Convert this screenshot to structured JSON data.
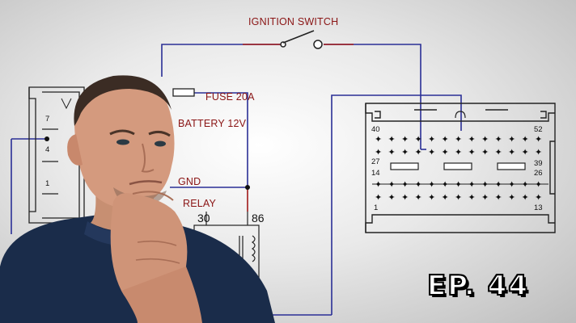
{
  "diagram": {
    "labels": {
      "ignition_switch": "IGNITION SWITCH",
      "fuse": "FUSE 20A",
      "battery": "BATTERY 12V",
      "gnd": "GND",
      "relay": "RELAY",
      "relay_pin_30": "30",
      "relay_pin_86": "86"
    },
    "left_connector_pins": [
      "7",
      "4",
      "1"
    ],
    "ecu_connector_pins": {
      "top_left": "40",
      "top_right": "52",
      "mid_left_upper": "27",
      "mid_right_upper": "39",
      "mid_left_lower": "14",
      "mid_right_lower": "26",
      "bottom_left": "1",
      "bottom_right": "13"
    },
    "colors": {
      "wire_blue": "#2a2f96",
      "wire_red": "#a01818",
      "label_red": "#8a1414"
    }
  },
  "episode_badge": {
    "text": "EP. 44"
  },
  "presenter": {
    "icon": "person-thinking-photo"
  }
}
